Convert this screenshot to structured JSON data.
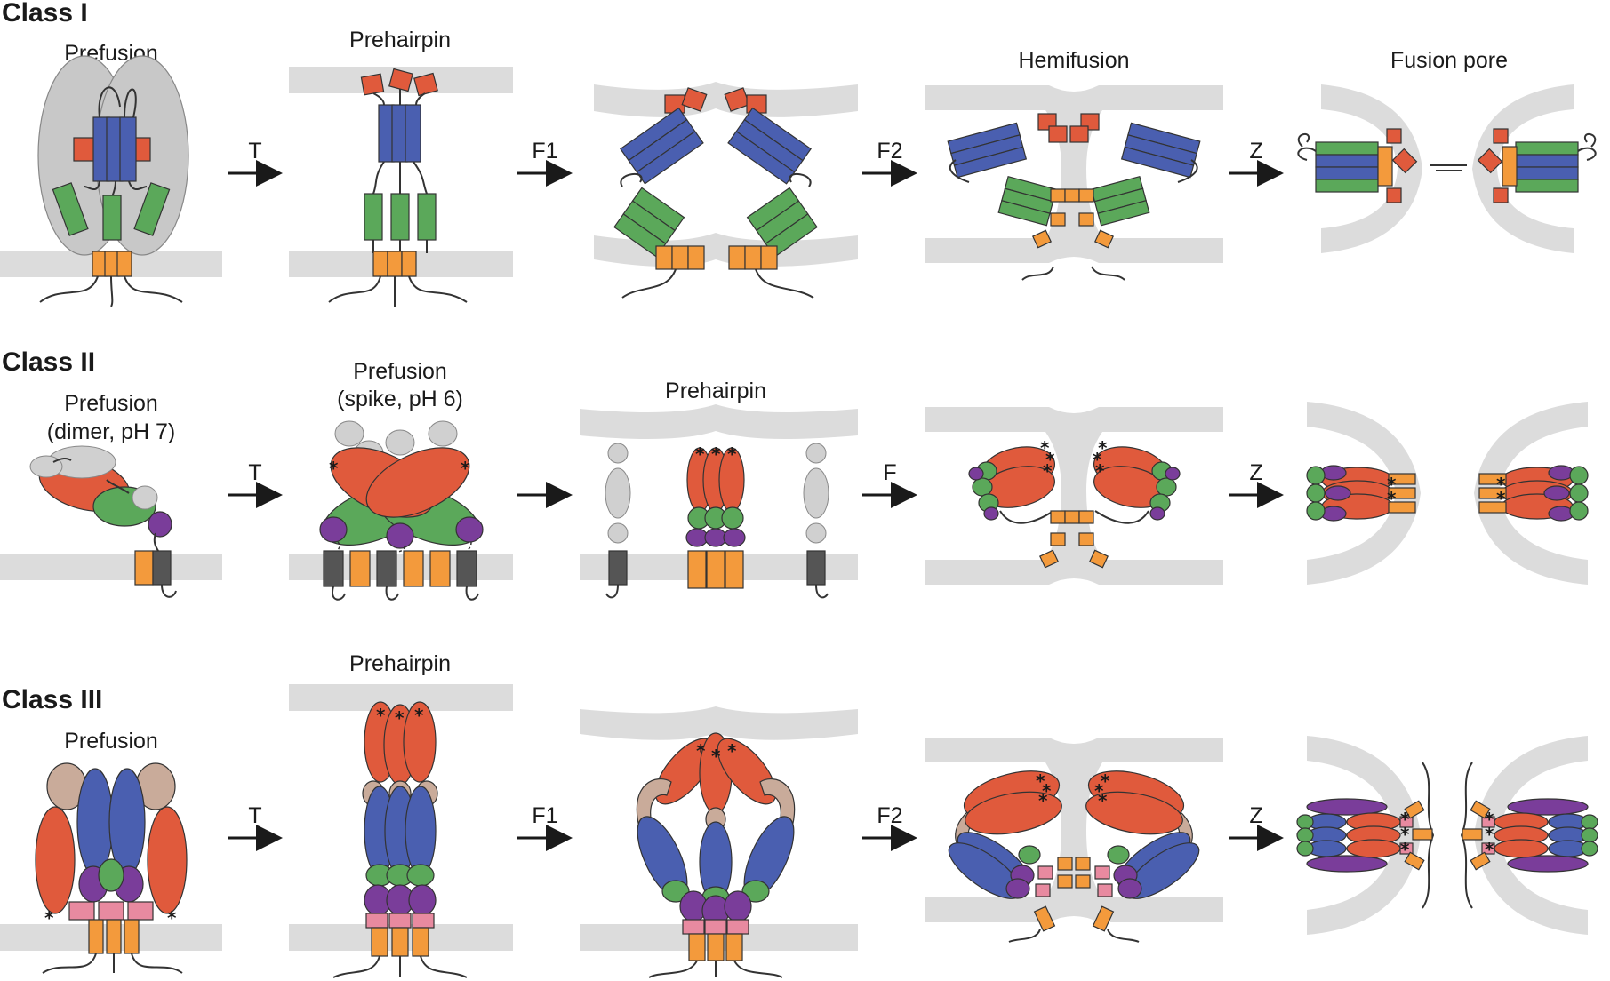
{
  "colors": {
    "membrane": "#dcdcdc",
    "shell": "#c8c8c8",
    "blue": "#4a5fb0",
    "red": "#e05a3c",
    "green": "#5ba85a",
    "orange": "#f39a3c",
    "purple": "#7a3d9a",
    "pink": "#e88aa0",
    "tan": "#c9ab9a",
    "dark_gray": "#555555",
    "light_gray": "#d0d0d0"
  },
  "classes": [
    {
      "label": "Class I",
      "stages": [
        "Prefusion",
        "Prehairpin",
        "",
        "Hemifusion",
        "Fusion pore"
      ],
      "arrows": [
        "T",
        "F1",
        "F2",
        "Z"
      ]
    },
    {
      "label": "Class II",
      "stages": [
        "Prefusion\n(dimer, pH 7)",
        "Prefusion\n(spike, pH 6)",
        "Prehairpin",
        "",
        ""
      ],
      "stage_lines": [
        [
          "Prefusion",
          "(dimer, pH 7)"
        ],
        [
          "Prefusion",
          "(spike, pH 6)"
        ],
        [
          "Prehairpin"
        ]
      ],
      "arrows": [
        "T",
        "",
        "F",
        "Z"
      ]
    },
    {
      "label": "Class III",
      "stages": [
        "Prefusion",
        "Prehairpin",
        "",
        "",
        ""
      ],
      "arrows": [
        "T",
        "F1",
        "F2",
        "Z"
      ]
    }
  ],
  "mark": "*"
}
